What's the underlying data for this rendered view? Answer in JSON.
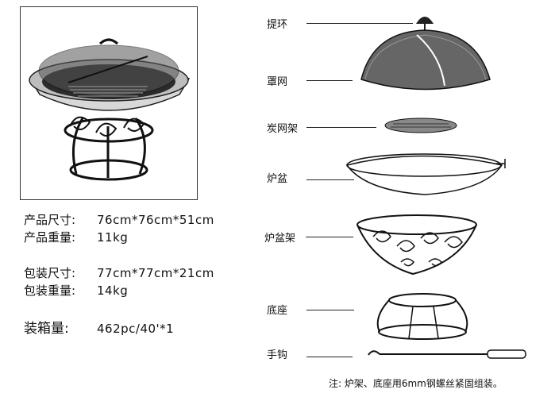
{
  "specs": [
    {
      "label": "产品尺寸:",
      "value": "76cm*76cm*51cm"
    },
    {
      "label": "产品重量:",
      "value": "11kg"
    },
    {
      "label": "包装尺寸:",
      "value": "77cm*77cm*21cm"
    },
    {
      "label": "包装重量:",
      "value": "14kg"
    },
    {
      "label": "装箱量:",
      "value": "462pc/40'*1"
    }
  ],
  "parts": [
    {
      "label": "提环"
    },
    {
      "label": "罩网"
    },
    {
      "label": "炭网架"
    },
    {
      "label": "炉盆"
    },
    {
      "label": "炉盆架"
    },
    {
      "label": "底座"
    },
    {
      "label": "手钩"
    }
  ],
  "note": "注: 炉架、底座用6mm钢螺丝紧固组装。"
}
